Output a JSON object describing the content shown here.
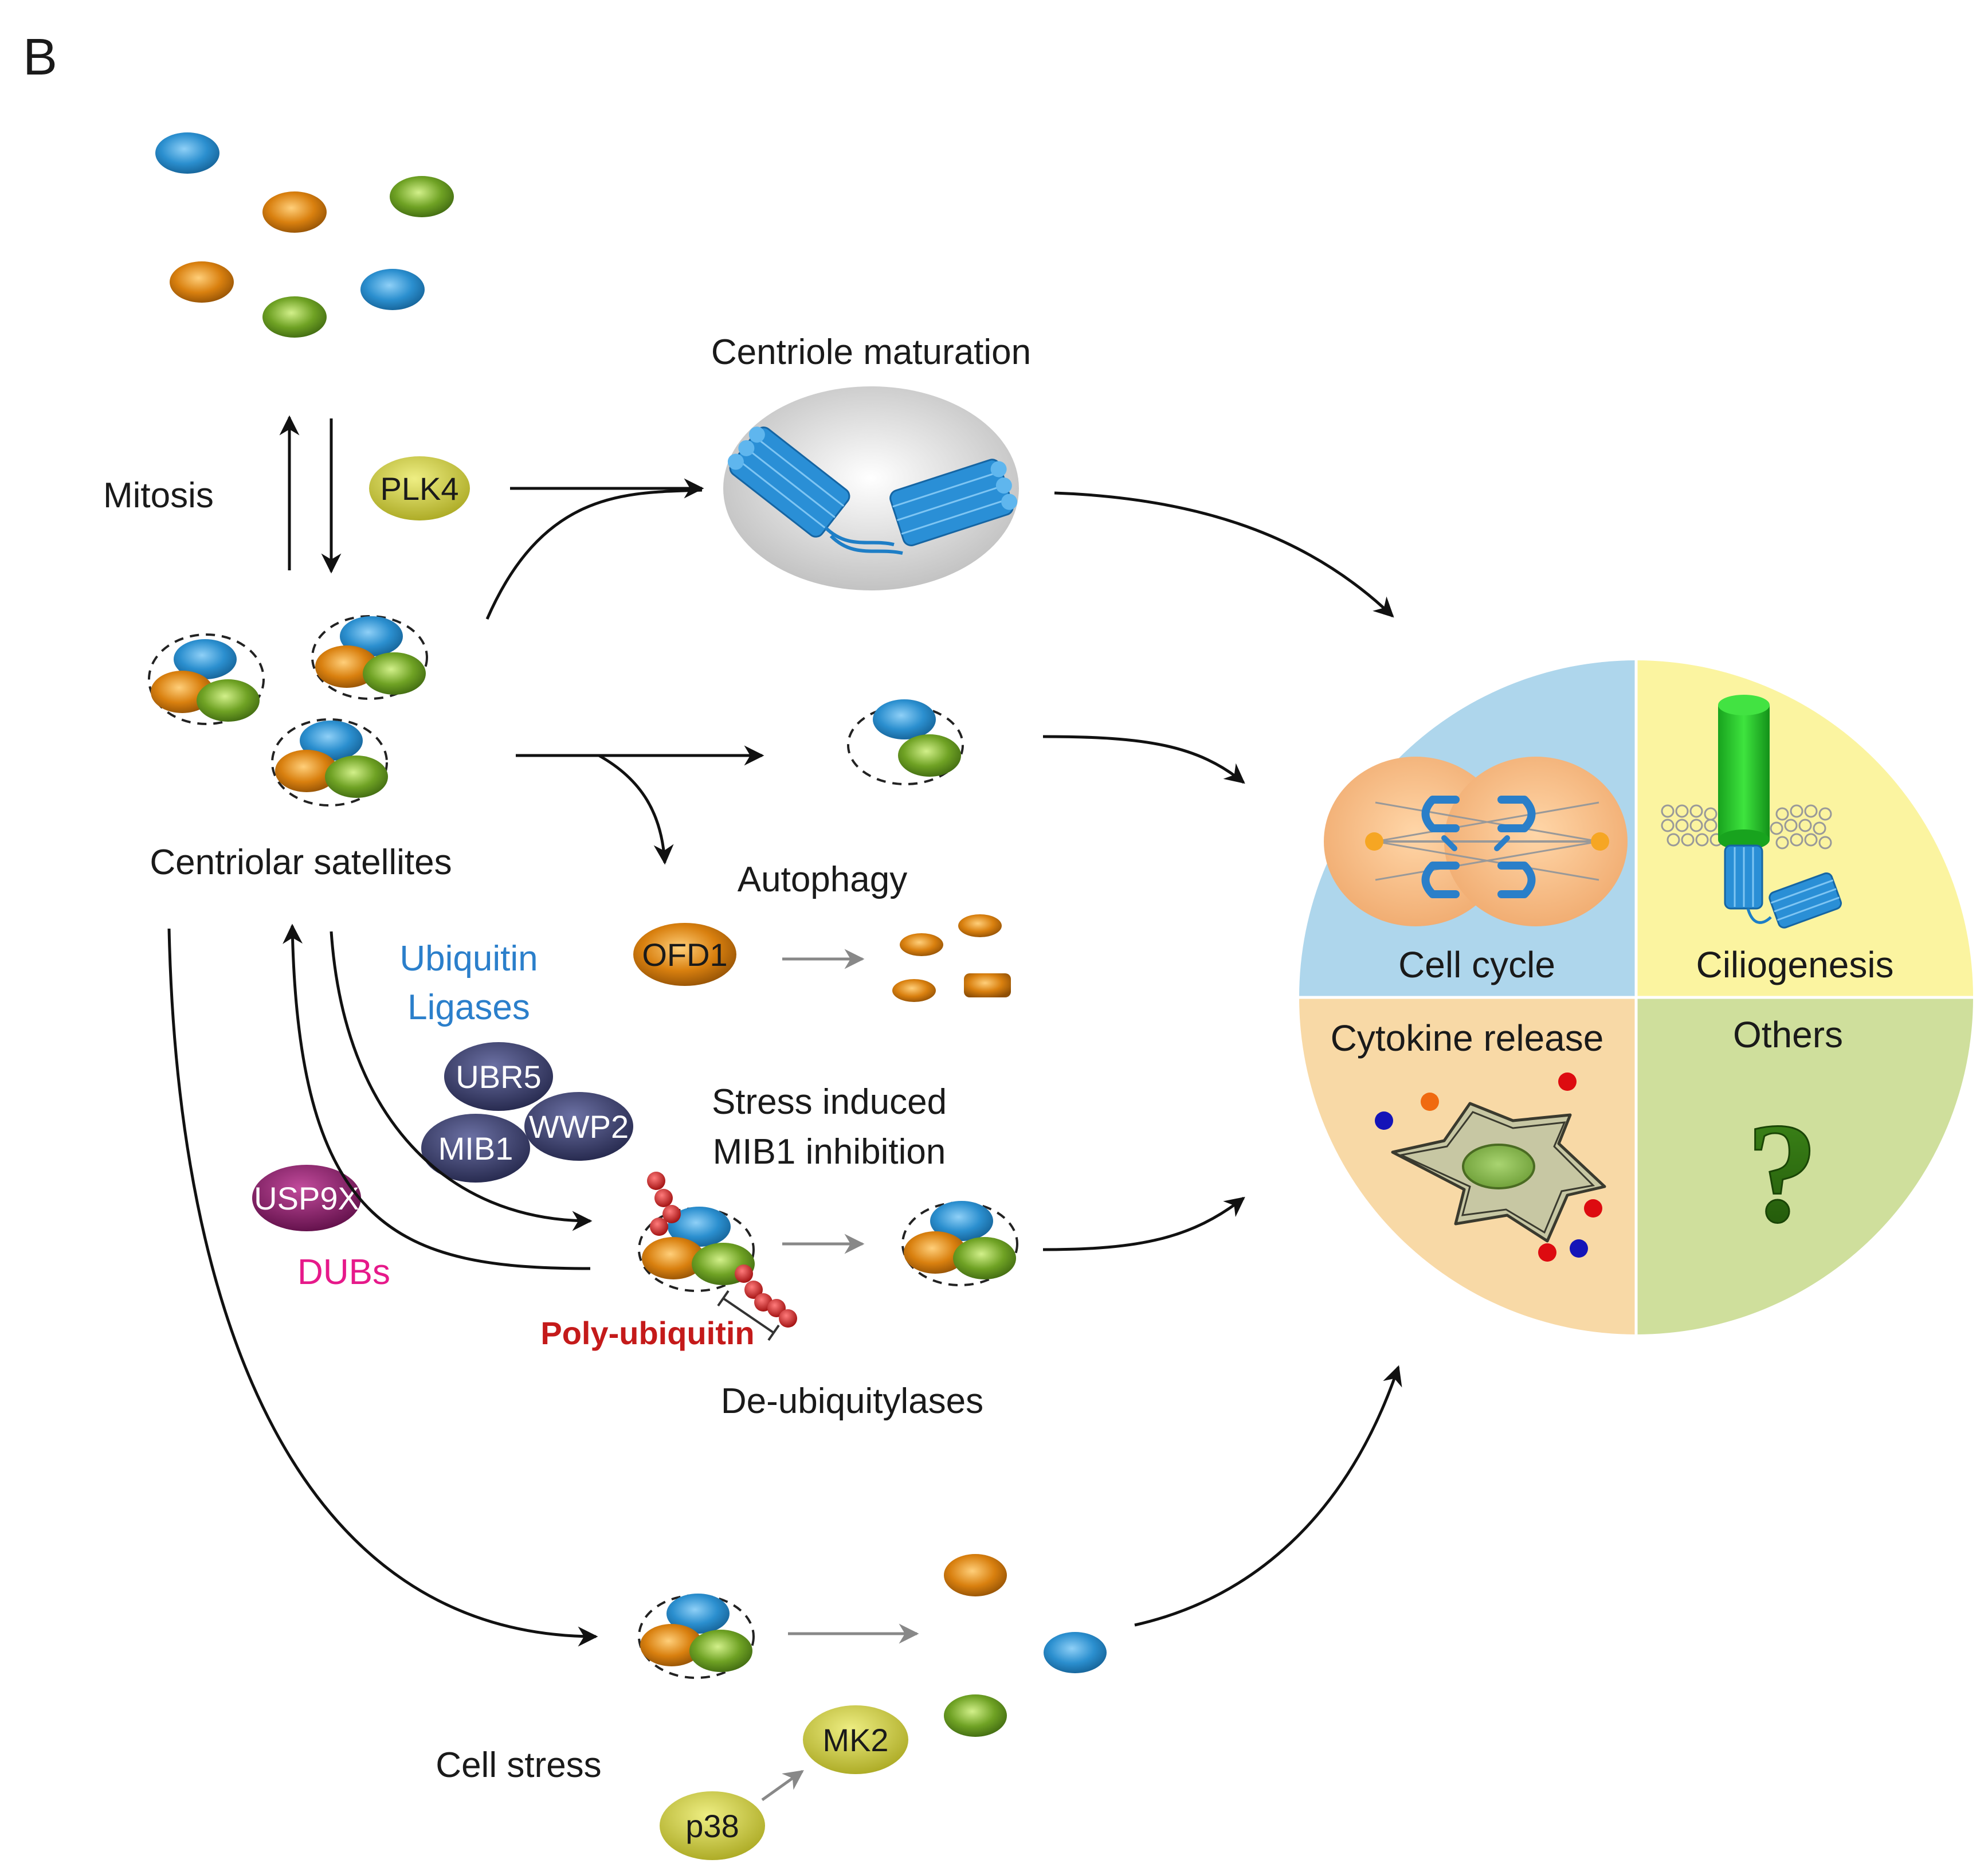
{
  "panel_letter": "B",
  "labels": {
    "mitosis": "Mitosis",
    "centriole_maturation": "Centriole maturation",
    "centriolar_satellites": "Centriolar satellites",
    "autophagy": "Autophagy",
    "ubiquitin_ligases_line1": "Ubiquitin",
    "ubiquitin_ligases_line2": "Ligases",
    "stress_line1": "Stress induced",
    "stress_line2": "MIB1 inhibition",
    "dubs": "DUBs",
    "poly_ubiquitin": "Poly-ubiquitin",
    "de_ubiquitylases": "De-ubiquitylases",
    "cell_stress": "Cell stress"
  },
  "proteins": {
    "plk4": "PLK4",
    "ofd1": "OFD1",
    "ubr5": "UBR5",
    "mib1": "MIB1",
    "wwp2": "WWP2",
    "usp9x": "USP9X",
    "mk2": "MK2",
    "p38": "p38"
  },
  "outcomes": {
    "cell_cycle": "Cell cycle",
    "ciliogenesis": "Ciliogenesis",
    "cytokine_release": "Cytokine release",
    "others": "Others",
    "question": "?"
  },
  "colors": {
    "blue": "#2b8fcf",
    "orange": "#d9800f",
    "green": "#6fa224",
    "ligase": "#3b3e66",
    "usp9x": "#8a1a6a",
    "kinase": "#c6c236",
    "ubiquitin": "#c41a1a",
    "dubs_text": "#e6198a",
    "ligase_text": "#2b7fcb",
    "quad_cell_cycle": "#aed6ec",
    "quad_ciliogenesis": "#fbf4a0",
    "quad_cytokine": "#f8d9a6",
    "quad_others": "#cfdf9c"
  }
}
